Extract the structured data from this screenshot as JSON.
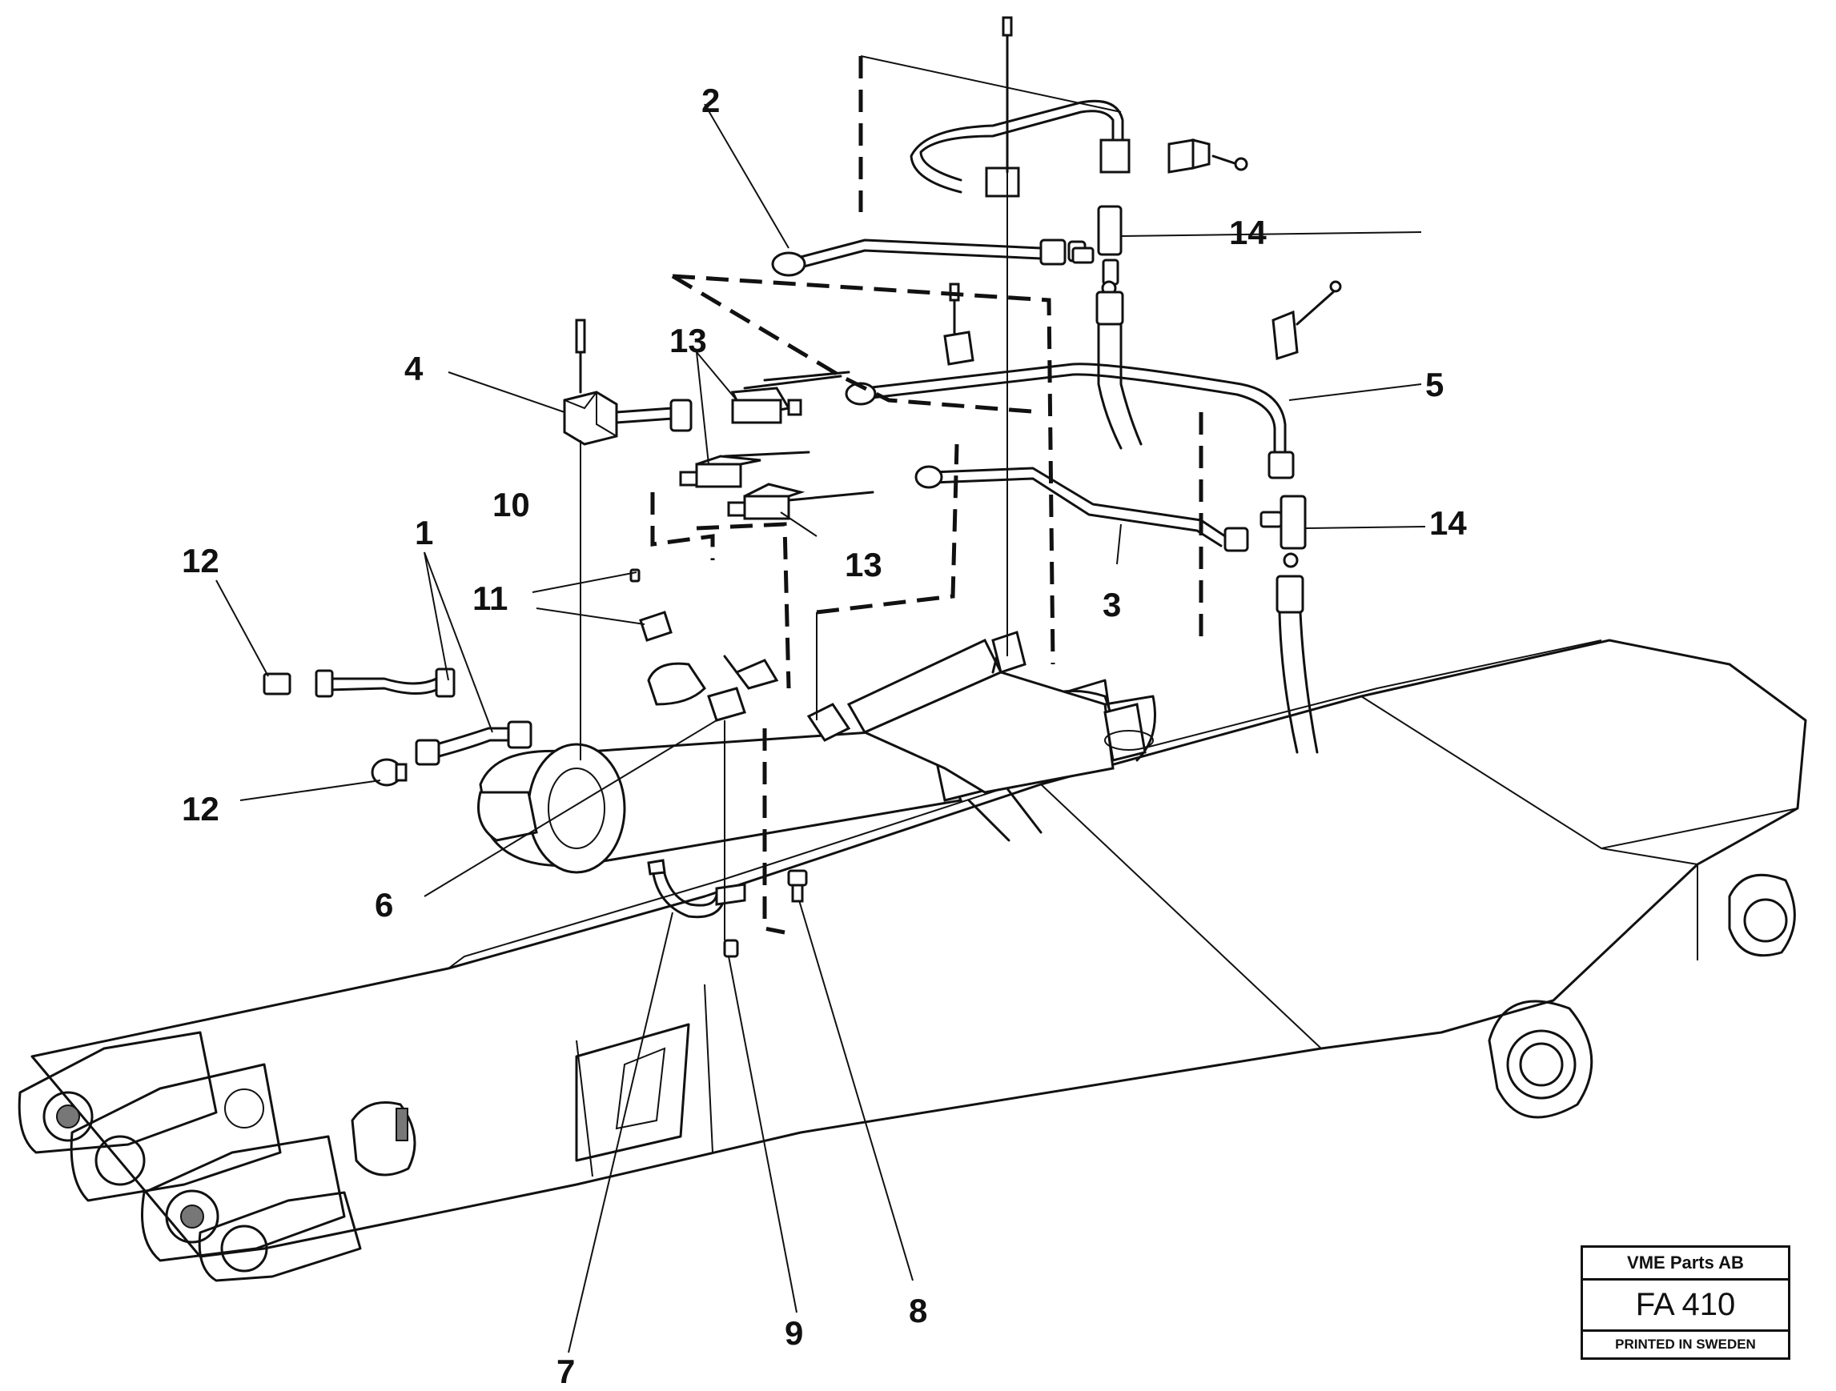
{
  "callouts": {
    "c1": "1",
    "c2": "2",
    "c3": "3",
    "c4": "4",
    "c5": "5",
    "c6": "6",
    "c7": "7",
    "c8": "8",
    "c9": "9",
    "c10": "10",
    "c11": "11",
    "c12a": "12",
    "c12b": "12",
    "c13a": "13",
    "c13b": "13",
    "c14a": "14",
    "c14b": "14"
  },
  "stamp": {
    "company": "VME Parts AB",
    "code": "FA 410",
    "printed": "PRINTED IN SWEDEN"
  }
}
